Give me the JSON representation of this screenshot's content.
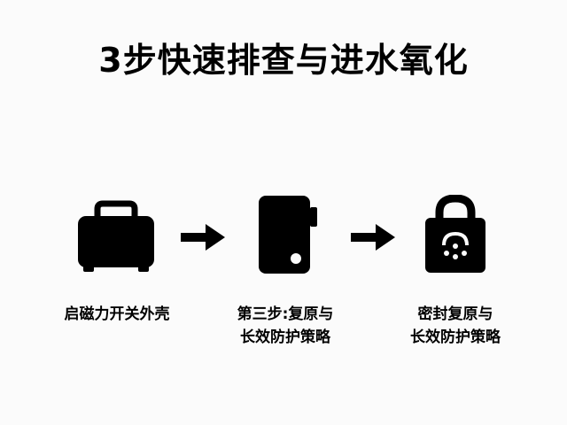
{
  "title": "3步快速排查与进水氧化",
  "steps": [
    {
      "icon": "toolbox-icon",
      "lines": [
        "启磁力开关外壳"
      ]
    },
    {
      "icon": "phone-icon",
      "lines": [
        "第三步:复原与",
        "长效防护策略"
      ]
    },
    {
      "icon": "lock-bag-icon",
      "lines": [
        "密封复原与",
        "长效防护策略"
      ]
    }
  ],
  "colors": {
    "ink": "#000000",
    "background": "#fbfbfb"
  }
}
